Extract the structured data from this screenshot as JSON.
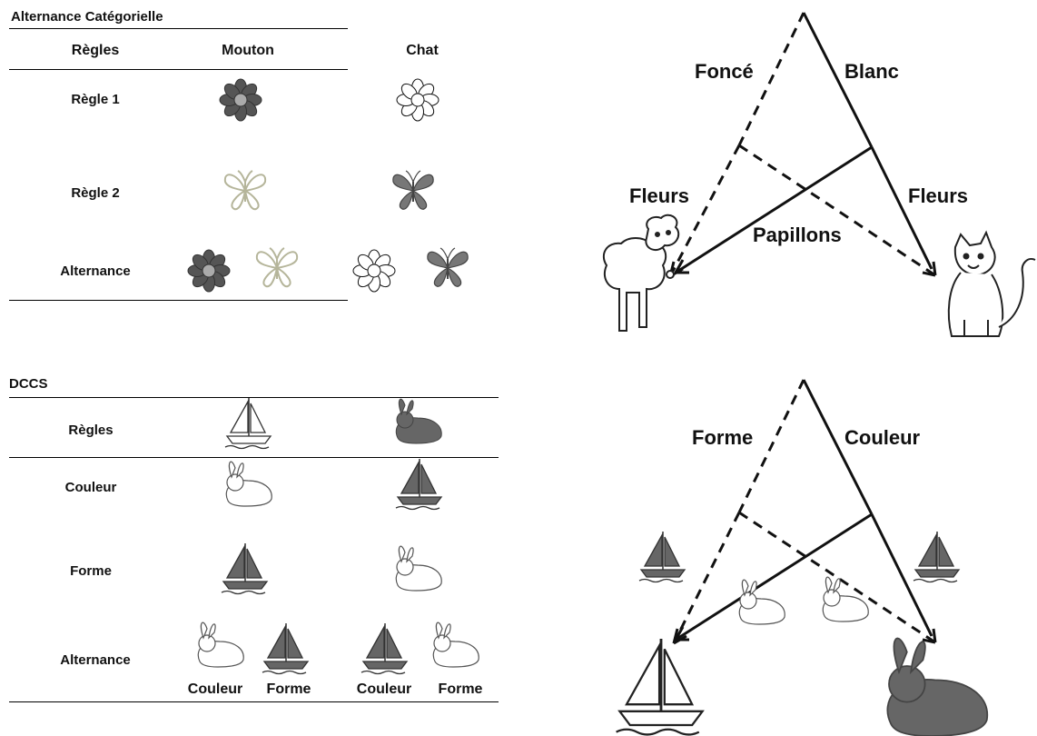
{
  "top_table": {
    "title": "Alternance Catégorielle",
    "headers": [
      "Règles",
      "Mouton",
      "Chat"
    ],
    "rows": [
      "Règle 1",
      "Règle 2",
      "Alternance"
    ]
  },
  "bottom_table": {
    "title": "DCCS",
    "rows": [
      "Règles",
      "Couleur",
      "Forme",
      "Alternance"
    ],
    "sub_labels": [
      "Couleur",
      "Forme",
      "Couleur",
      "Forme"
    ]
  },
  "top_tree": {
    "left_top": "Foncé",
    "right_top": "Blanc",
    "left_mid": "Fleurs",
    "right_mid": "Fleurs",
    "center": "Papillons"
  },
  "bottom_tree": {
    "left_top": "Forme",
    "right_top": "Couleur"
  }
}
